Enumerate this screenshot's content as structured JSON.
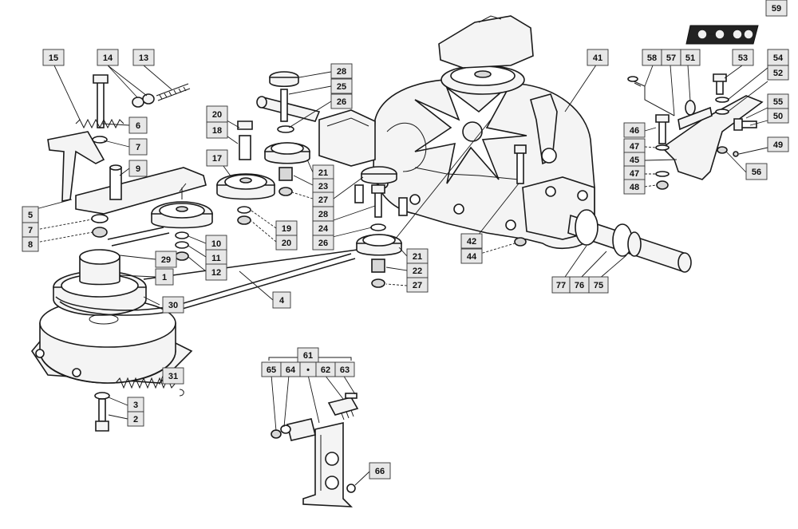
{
  "diagram": {
    "callouts": {
      "c1": "1",
      "c2": "2",
      "c3": "3",
      "c4": "4",
      "c5": "5",
      "c6": "6",
      "c7a": "7",
      "c7b": "7",
      "c8": "8",
      "c9": "9",
      "c10": "10",
      "c11": "11",
      "c12": "12",
      "c13": "13",
      "c14": "14",
      "c15": "15",
      "c17": "17",
      "c18": "18",
      "c19": "19",
      "c20a": "20",
      "c20b": "20",
      "c21a": "21",
      "c21b": "21",
      "c22": "22",
      "c23": "23",
      "c24": "24",
      "c25": "25",
      "c26a": "26",
      "c26b": "26",
      "c27a": "27",
      "c27b": "27",
      "c28a": "28",
      "c28b": "28",
      "c29": "29",
      "c30": "30",
      "c31": "31",
      "c41": "41",
      "c42": "42",
      "c44": "44",
      "c45": "45",
      "c46": "46",
      "c47a": "47",
      "c47b": "47",
      "c48": "48",
      "c49": "49",
      "c50": "50",
      "c51": "51",
      "c52": "52",
      "c53": "53",
      "c54": "54",
      "c55": "55",
      "c56": "56",
      "c57": "57",
      "c58": "58",
      "c59": "59",
      "c61": "61",
      "c62": "62",
      "c63": "63",
      "c64": "64",
      "c65": "65",
      "c66": "66",
      "c75": "75",
      "c76": "76",
      "c77": "77"
    },
    "kit_marker": "•"
  }
}
